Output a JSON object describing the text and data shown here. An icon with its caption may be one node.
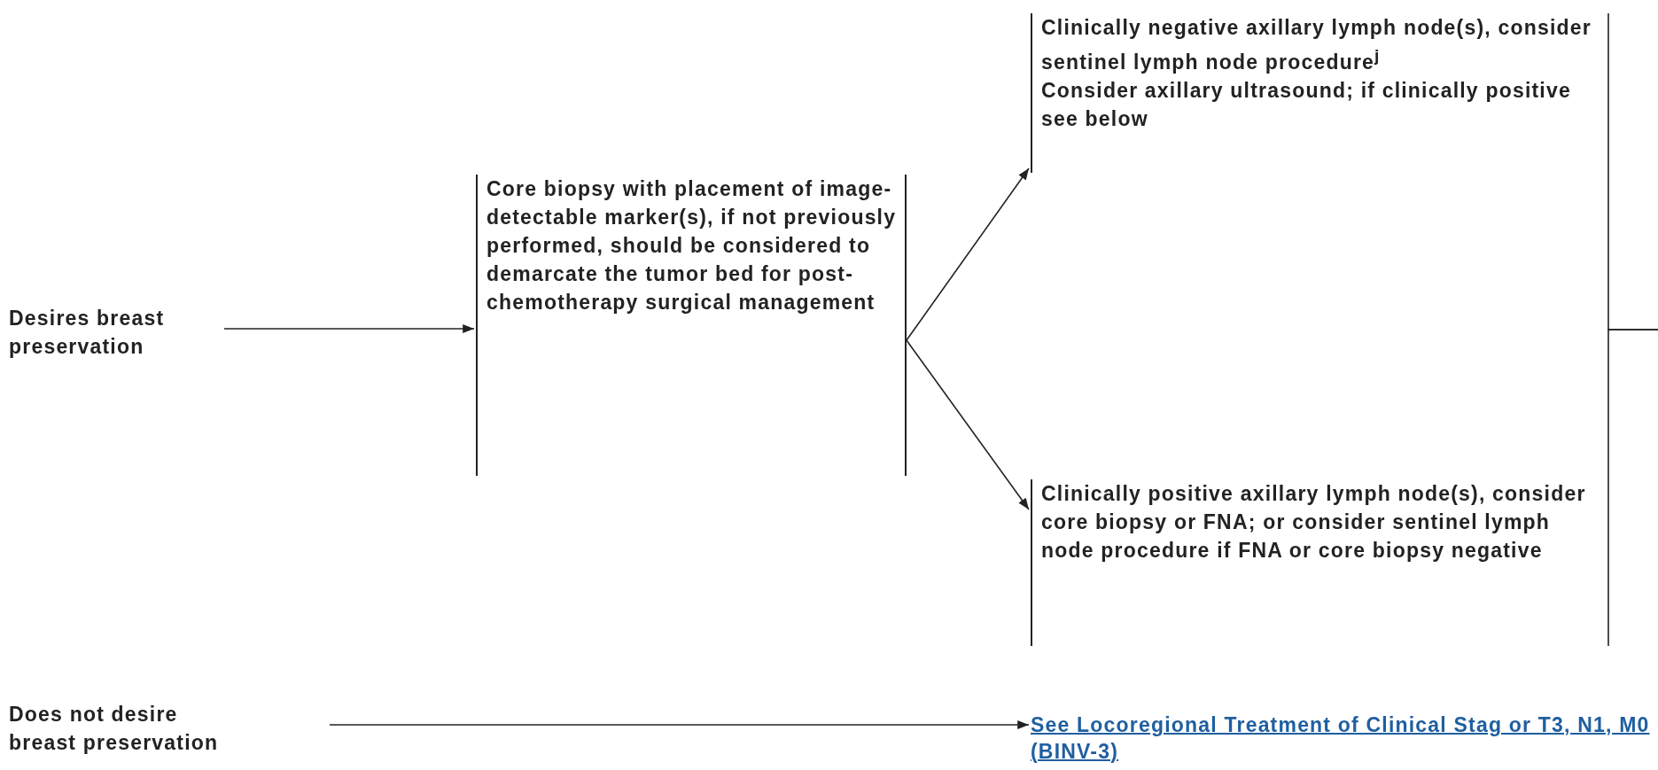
{
  "diagram": {
    "nodes": [
      {
        "text": [
          "Desires breast preservation"
        ]
      },
      {
        "text": [
          "Core biopsy with placement of image-detectable marker(s), if not previously performed, should be considered to demarcate the tumor bed for post-chemotherapy surgical management"
        ]
      },
      {
        "text": [
          "Clinically negative axillary lymph node(s), consider sentinel lymph node procedure$^{j}$",
          "Consider axillary ultrasound; if clinically positive see below"
        ]
      },
      {
        "text": [
          "Clinically positive axillary lymph node(s), consider core biopsy or FNA; or consider sentinel lymph node procedure if FNA or core biopsy negative"
        ]
      },
      {
        "text": [
          "Does not desire breast preservation"
        ]
      },
      {
        "text": [
          "See Locoregional Treatment of Clinical Stag or T3, N1, M0 (BINV-3)"
        ]
      }
    ],
    "edges": [
      {
        "from": 0,
        "to": 1,
        "arrow": "to"
      },
      {
        "from": 1,
        "to": 2,
        "arrow": "to"
      },
      {
        "from": 1,
        "to": 3,
        "arrow": "to"
      },
      {
        "from": 2,
        "to": null,
        "arrow": "none"
      },
      {
        "from": 3,
        "to": null,
        "arrow": "none"
      },
      {
        "from": 4,
        "to": 5,
        "arrow": "to"
      }
    ]
  }
}
